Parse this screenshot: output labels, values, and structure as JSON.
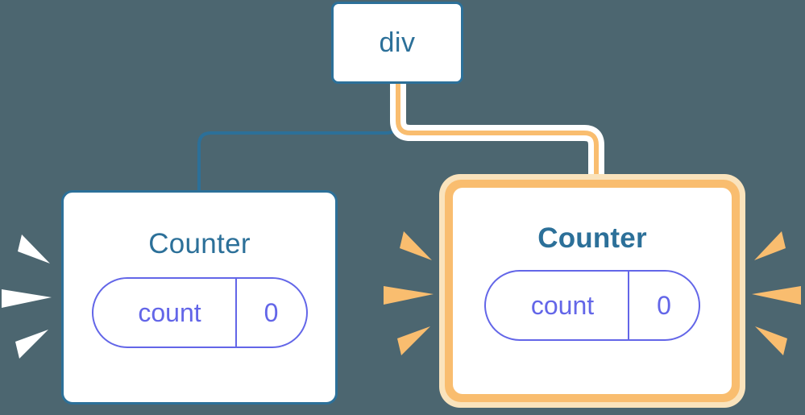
{
  "diagram": {
    "title": "component-rerender-diagram",
    "background_color": "#4c6670",
    "nodes": {
      "root": {
        "label": "div",
        "type": "element",
        "border_color": "#2c7099",
        "highlighted": false
      },
      "counter_left": {
        "label": "Counter",
        "type": "component",
        "border_color": "#2c7099",
        "highlighted": false,
        "state": {
          "key": "count",
          "value": "0",
          "color": "#6366e8"
        }
      },
      "counter_right": {
        "label": "Counter",
        "type": "component",
        "border_color": "#f9bd6f",
        "halo_color": "#fae3bc",
        "highlighted": true,
        "state": {
          "key": "count",
          "value": "0",
          "color": "#6366e8"
        }
      }
    },
    "edges": [
      {
        "name": "div-to-counter-left",
        "from": "root",
        "to": "counter_left",
        "color": "#2c7099",
        "highlighted": false
      },
      {
        "name": "div-to-counter-right",
        "from": "root",
        "to": "counter_right",
        "color": "#f9bd6f",
        "halo_color": "#ffffff",
        "highlighted": true
      }
    ],
    "bursts": [
      {
        "name": "burst-counter-left",
        "color": "#ffffff",
        "direction": "left"
      },
      {
        "name": "burst-counter-right-west",
        "color": "#f9bd6f",
        "direction": "left"
      },
      {
        "name": "burst-counter-right-east",
        "color": "#f9bd6f",
        "direction": "right"
      }
    ]
  }
}
